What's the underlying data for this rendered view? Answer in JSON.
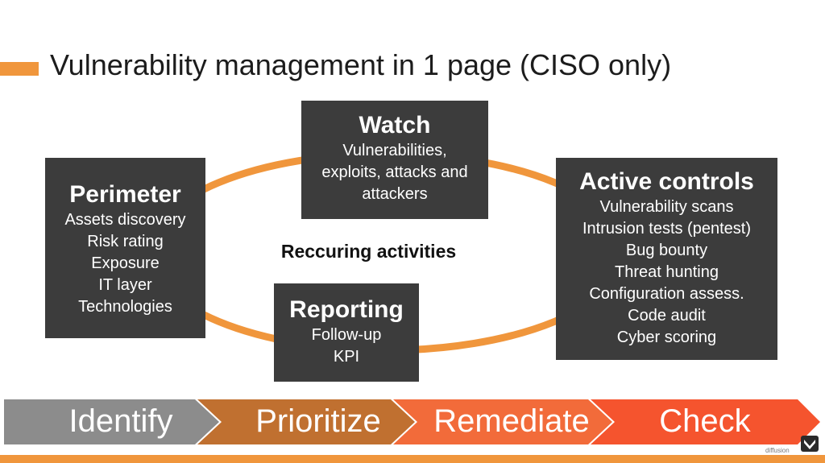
{
  "header": {
    "title": "Vulnerability management in 1 page (CISO only)"
  },
  "diagram": {
    "center_label": "Reccuring activities",
    "boxes": {
      "watch": {
        "title": "Watch",
        "items": [
          "Vulnerabilities,",
          "exploits, attacks and",
          "attackers"
        ]
      },
      "perimeter": {
        "title": "Perimeter",
        "items": [
          "Assets discovery",
          "Risk rating",
          "Exposure",
          "IT layer",
          "Technologies"
        ]
      },
      "active_controls": {
        "title": "Active controls",
        "items": [
          "Vulnerability scans",
          "Intrusion tests (pentest)",
          "Bug bounty",
          "Threat hunting",
          "Configuration assess.",
          "Code audit",
          "Cyber scoring"
        ]
      },
      "reporting": {
        "title": "Reporting",
        "items": [
          "Follow-up",
          "KPI"
        ]
      }
    }
  },
  "process": {
    "steps": [
      "Identify",
      "Prioritize",
      "Remediate",
      "Check"
    ]
  },
  "footer": {
    "logo_text": "diffusion"
  },
  "colors": {
    "accent": "#f0963c",
    "box": "#3c3c3c",
    "step_identify": "#8c8c8c",
    "step_prioritize": "#c07030",
    "step_remediate": "#f26b3a",
    "step_check": "#f5542e"
  }
}
